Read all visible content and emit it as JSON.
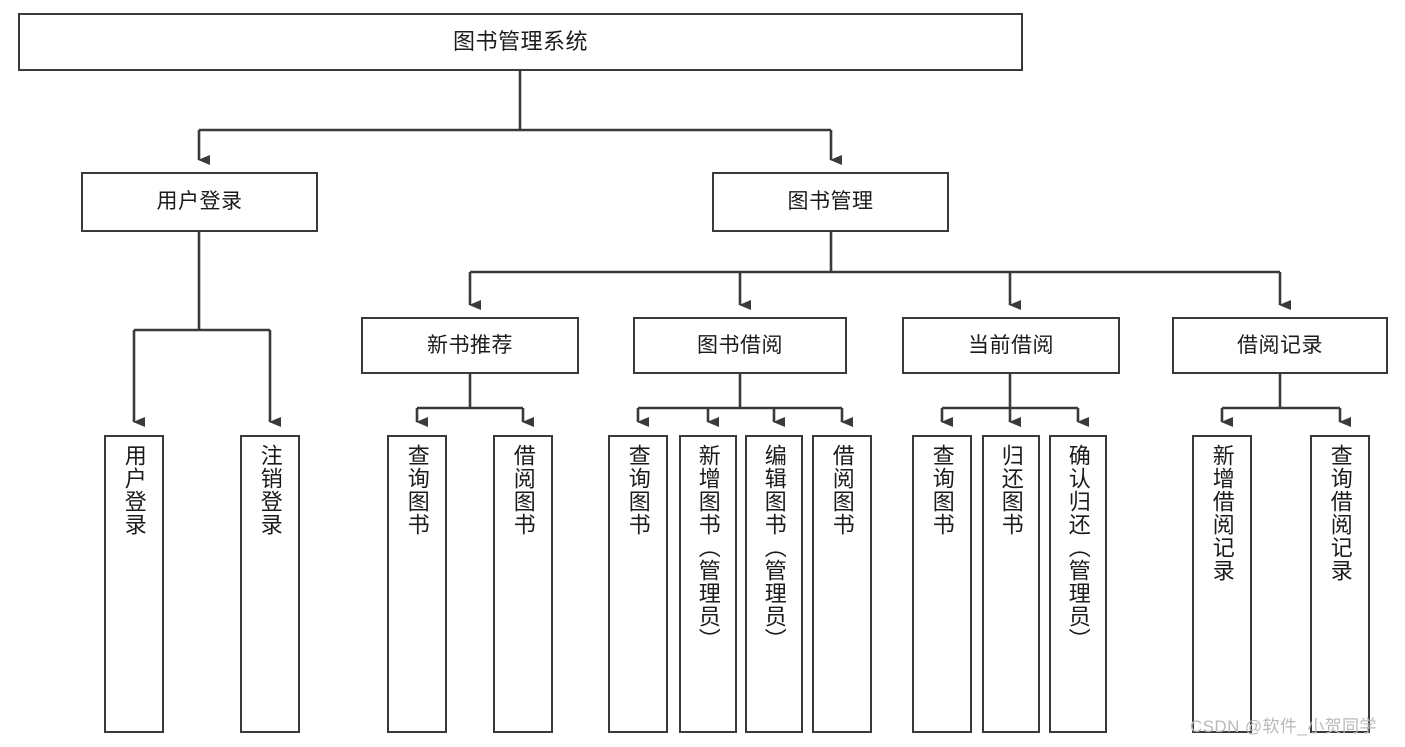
{
  "diagram": {
    "title": "图书管理系统",
    "type": "tree-hierarchy",
    "orientation": "top-down",
    "colors": {
      "background": "#ffffff",
      "node_border": "#3a3a3a",
      "node_fill": "#ffffff",
      "connector": "#3a3a3a",
      "text": "#1b1b1b",
      "watermark": "#b9b9b9"
    },
    "nodes": {
      "root": {
        "label": "图书管理系统",
        "level": 0
      },
      "level1": [
        {
          "id": "user_login",
          "label": "用户登录"
        },
        {
          "id": "book_manage",
          "label": "图书管理"
        }
      ],
      "level2": [
        {
          "id": "new_book_rec",
          "label": "新书推荐",
          "parent": "book_manage"
        },
        {
          "id": "book_borrow",
          "label": "图书借阅",
          "parent": "book_manage"
        },
        {
          "id": "current_borrow",
          "label": "当前借阅",
          "parent": "book_manage"
        },
        {
          "id": "borrow_record",
          "label": "借阅记录",
          "parent": "book_manage"
        }
      ],
      "leaves": [
        {
          "id": "leaf_user_login",
          "label": "用户登录",
          "parent": "user_login"
        },
        {
          "id": "leaf_logout",
          "label": "注销登录",
          "parent": "user_login"
        },
        {
          "id": "leaf_query_book_1",
          "label": "查询图书",
          "parent": "new_book_rec"
        },
        {
          "id": "leaf_borrow_book_1",
          "label": "借阅图书",
          "parent": "new_book_rec"
        },
        {
          "id": "leaf_query_book_2",
          "label": "查询图书",
          "parent": "book_borrow"
        },
        {
          "id": "leaf_add_book",
          "label": "新增图书（管理员）",
          "parent": "book_borrow"
        },
        {
          "id": "leaf_edit_book",
          "label": "编辑图书（管理员）",
          "parent": "book_borrow"
        },
        {
          "id": "leaf_borrow_book_2",
          "label": "借阅图书",
          "parent": "book_borrow"
        },
        {
          "id": "leaf_query_book_3",
          "label": "查询图书",
          "parent": "current_borrow"
        },
        {
          "id": "leaf_return_book",
          "label": "归还图书",
          "parent": "current_borrow"
        },
        {
          "id": "leaf_confirm_return",
          "label": "确认归还（管理员）",
          "parent": "current_borrow"
        },
        {
          "id": "leaf_add_record",
          "label": "新增借阅记录",
          "parent": "borrow_record"
        },
        {
          "id": "leaf_query_record",
          "label": "查询借阅记录",
          "parent": "borrow_record"
        }
      ]
    },
    "watermark": "CSDN @软件_小贺同学"
  }
}
